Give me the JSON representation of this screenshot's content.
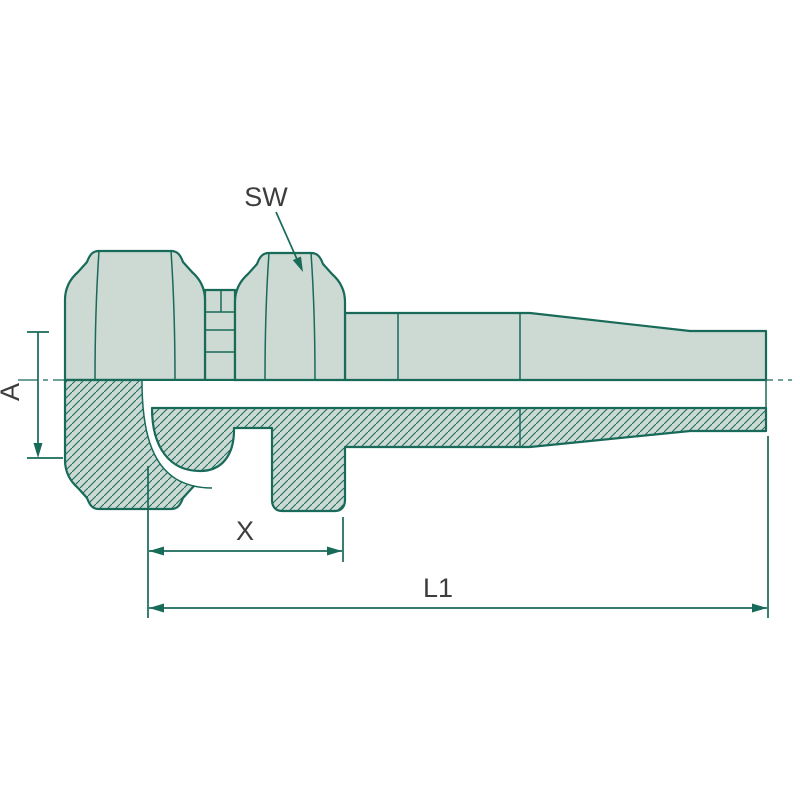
{
  "diagram": {
    "labels": {
      "sw": "SW",
      "a": "A",
      "x": "X",
      "l1": "L1"
    },
    "colors": {
      "line": "#186a59",
      "fill": "#cdd9d3",
      "hatch": "#186a59",
      "label_text": "#3d3d3c",
      "background": "#ffffff"
    }
  }
}
